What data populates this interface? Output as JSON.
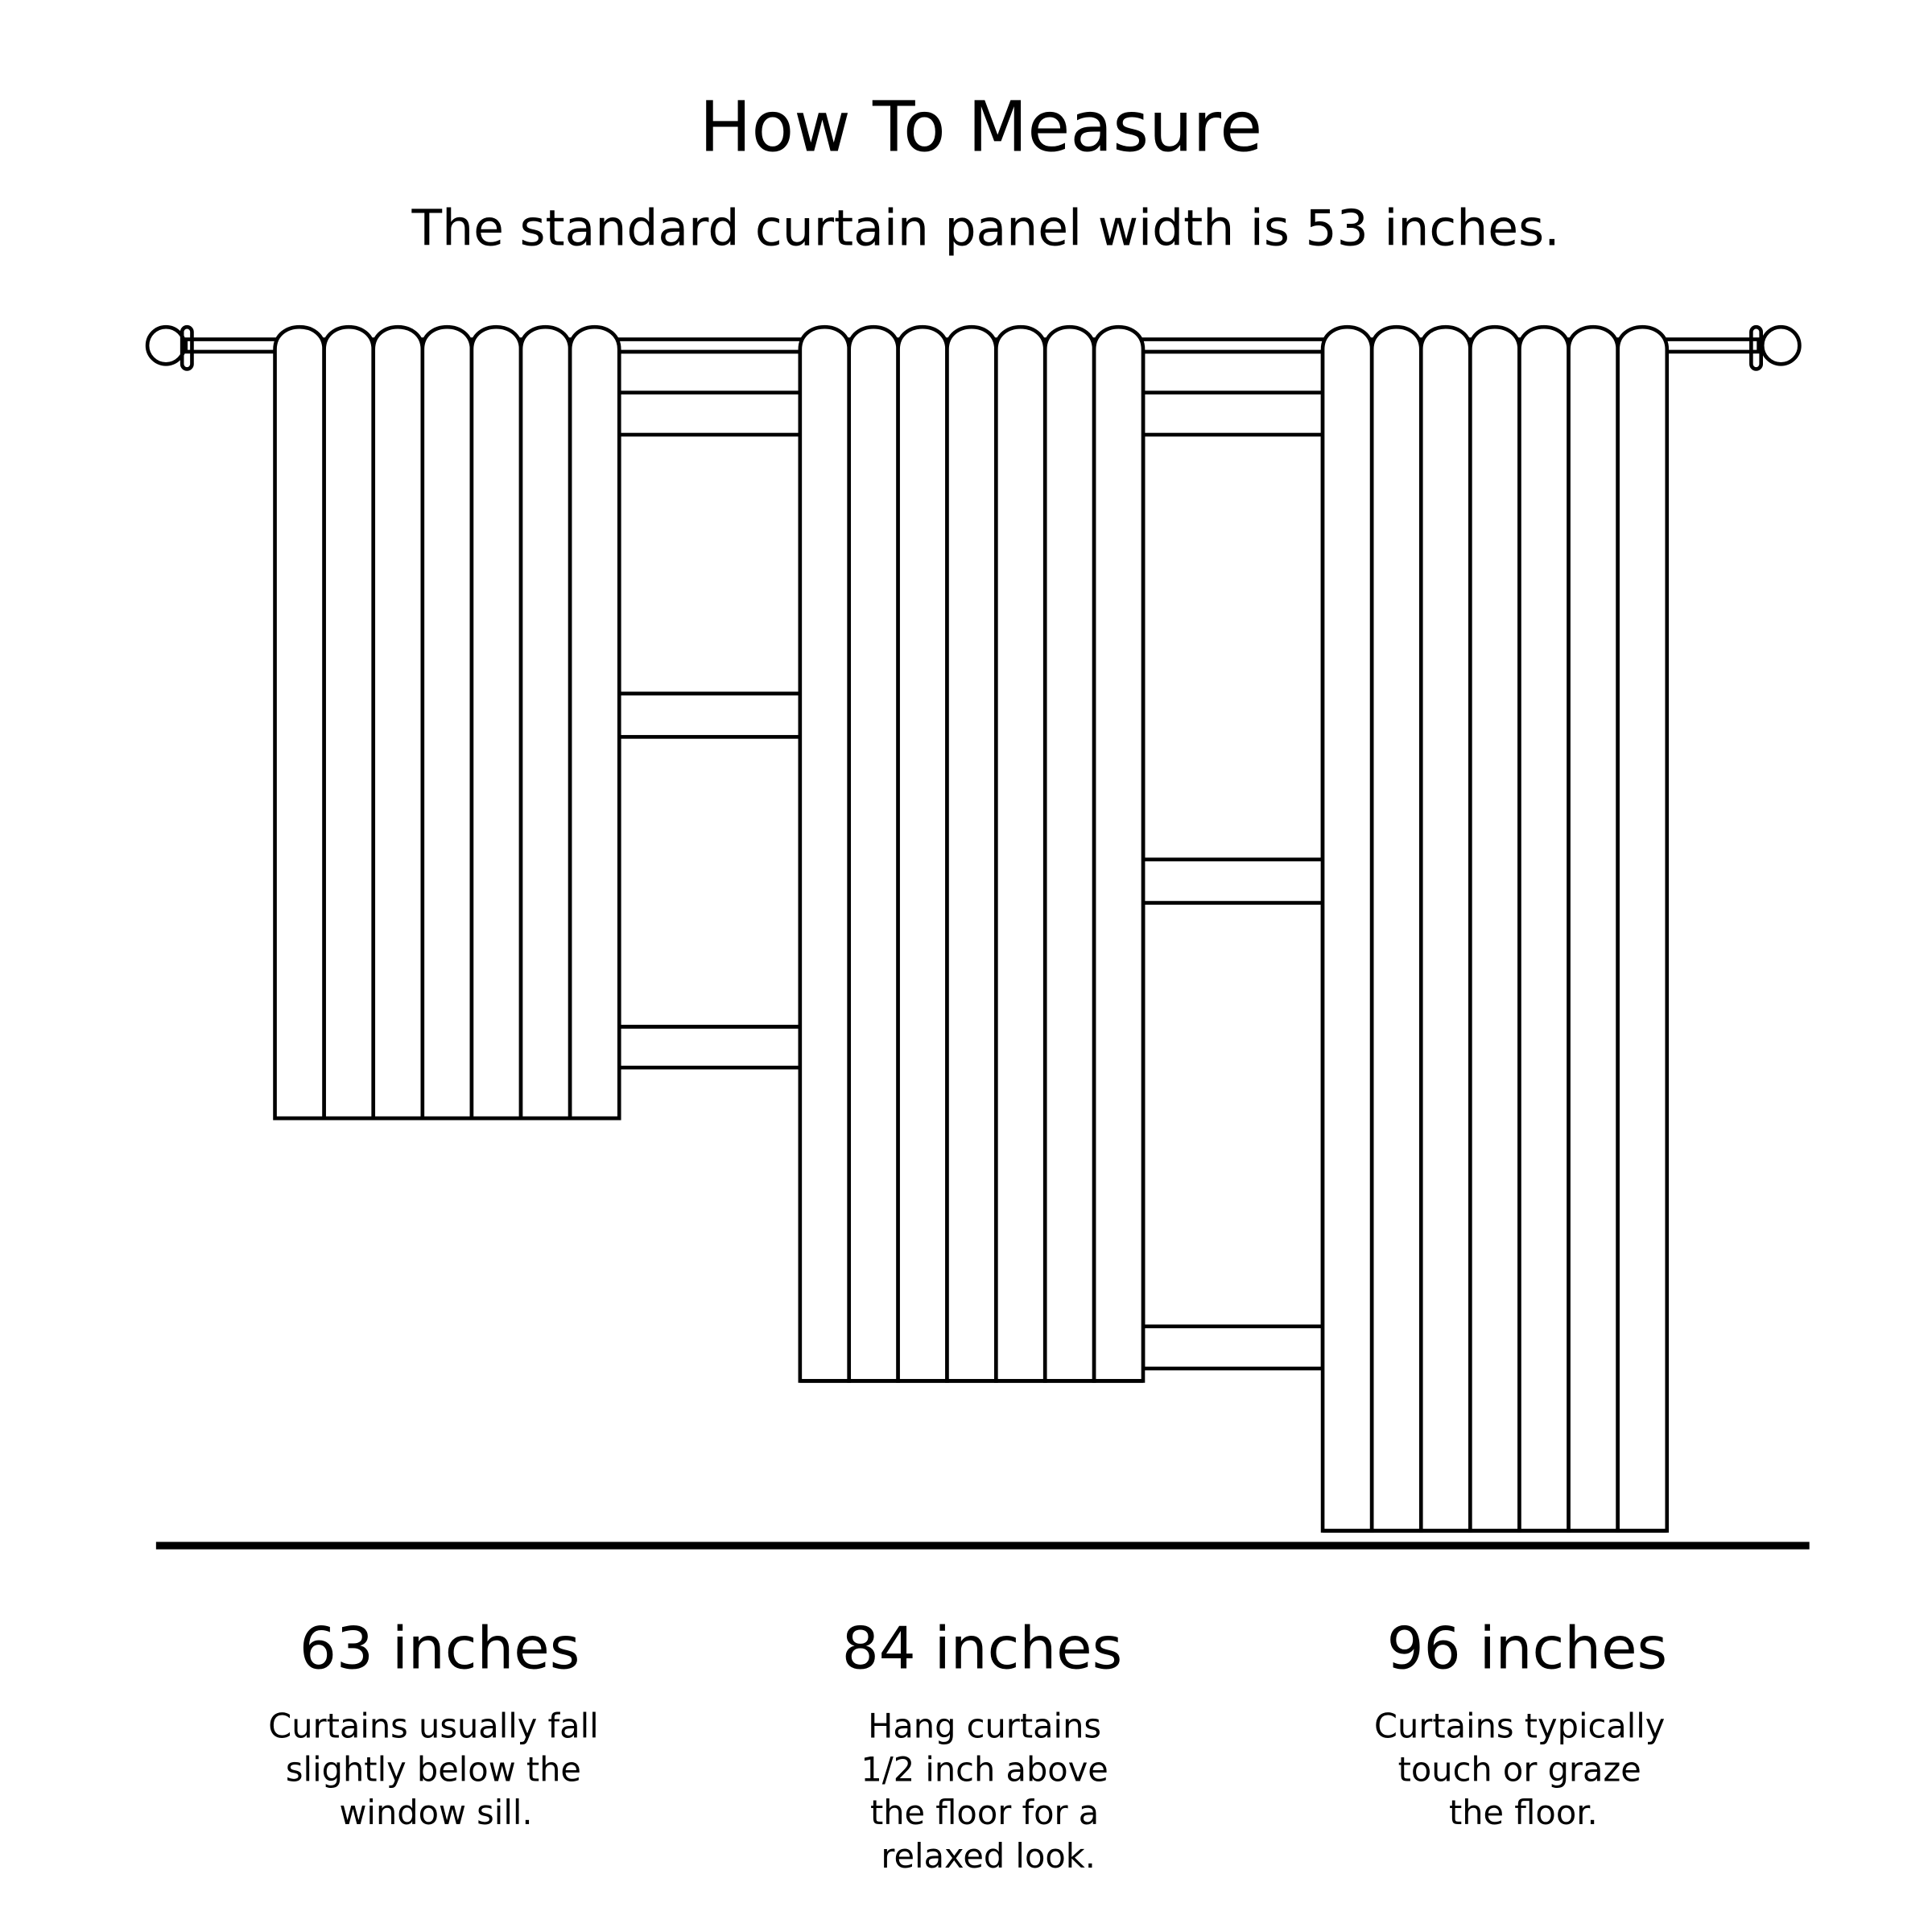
{
  "header": {
    "title": "How To Measure",
    "subtitle": "The standard curtain panel width is 53 inches."
  },
  "colors": {
    "glass": "#9e9e9e",
    "line": "#000000",
    "background": "#ffffff"
  },
  "options": [
    {
      "length": "63 inches",
      "description": [
        "Curtains usually fall",
        "slightly below the",
        "window sill."
      ]
    },
    {
      "length": "84 inches",
      "description": [
        "Hang curtains",
        "1/2 inch above",
        "the floor for a",
        "relaxed look."
      ]
    },
    {
      "length": "96 inches",
      "description": [
        "Curtains typically",
        "touch or graze",
        "the floor."
      ]
    }
  ]
}
